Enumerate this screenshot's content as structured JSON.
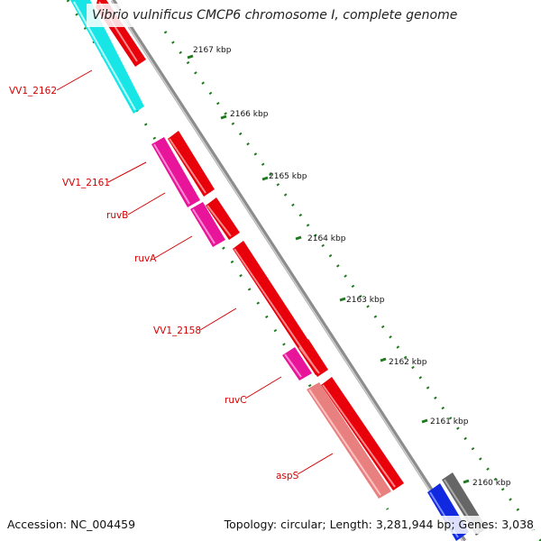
{
  "title": "Vibrio vulnificus CMCP6 chromosome I, complete genome",
  "footer": {
    "accession": "Accession: NC_004459",
    "summary": "Topology: circular; Length: 3,281,944 bp; Genes: 3,038"
  },
  "colors": {
    "forward_gene": "#e8000b",
    "reverse_pink": "#e8159a",
    "reverse_salmon": "#e98080",
    "reverse_cyan": "#18e6e6",
    "blue": "#1028e0",
    "gray": "#666666",
    "label": "#d40000",
    "tick": "#1f7a1f",
    "backbone": "#8c8c8c"
  },
  "ticks": [
    "2167 kbp",
    "2166 kbp",
    "2165 kbp",
    "2164 kbp",
    "2163 kbp",
    "2162 kbp",
    "2161 kbp",
    "2160 kbp"
  ],
  "gene_labels": [
    "VV1_2162",
    "VV1_2161",
    "ruvB",
    "ruvA",
    "VV1_2158",
    "ruvC",
    "aspS"
  ]
}
